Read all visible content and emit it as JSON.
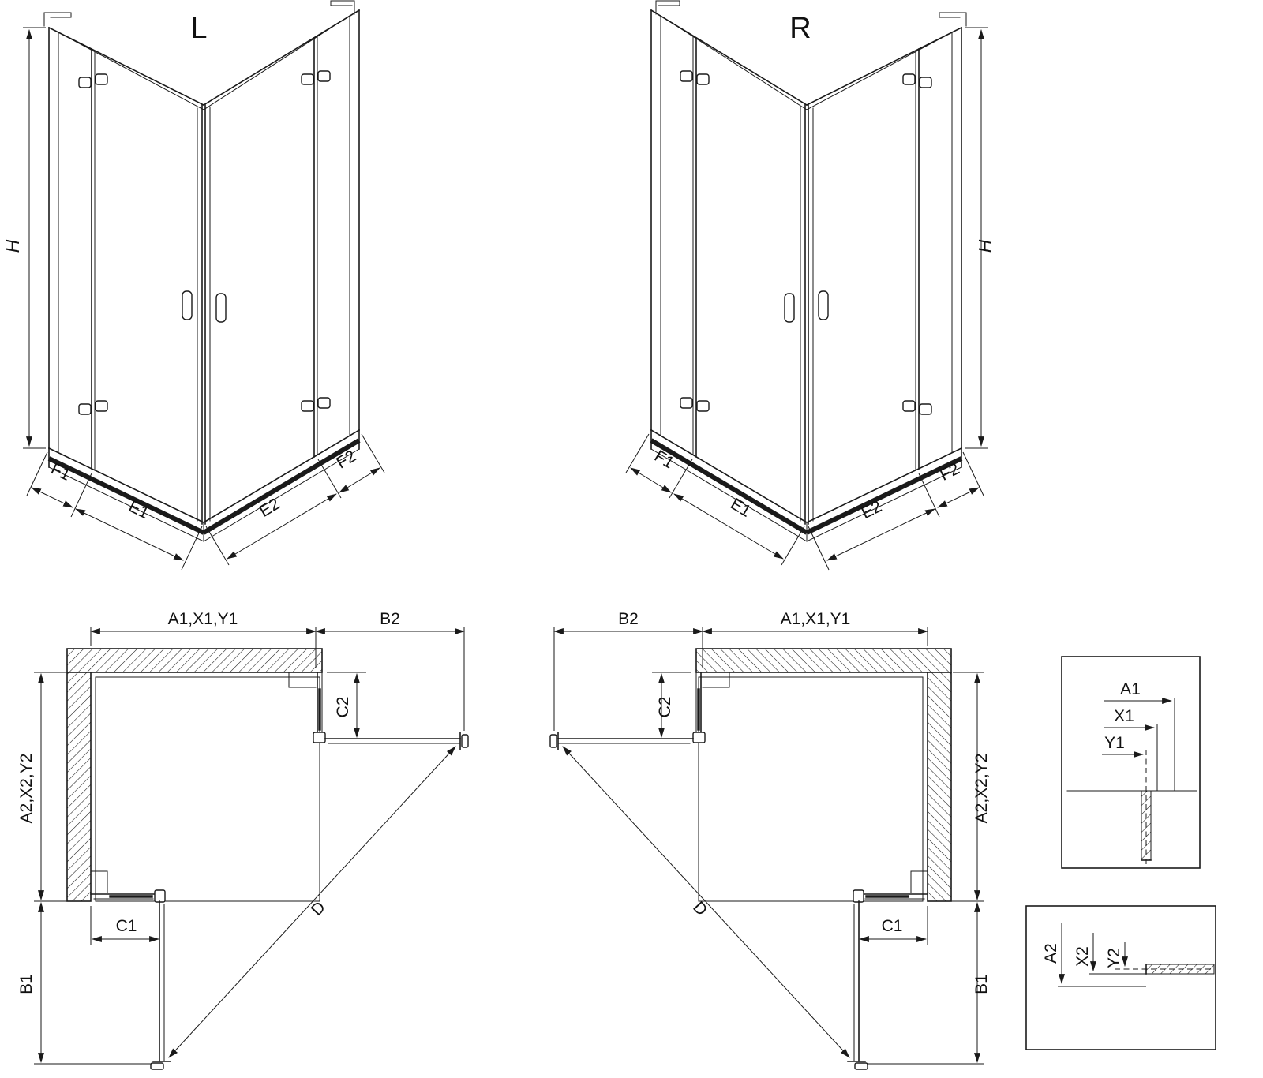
{
  "diagram_title": "corner-shower-enclosure-technical-drawing",
  "colors": {
    "line": "#1a1a1a",
    "background": "#ffffff"
  },
  "perspective_left": {
    "label": "L",
    "h": "H",
    "f1": "F1",
    "e1": "E1",
    "e2": "E2",
    "f2": "F2"
  },
  "perspective_right": {
    "label": "R",
    "h": "H",
    "f1": "F1",
    "e1": "E1",
    "e2": "E2",
    "f2": "F2"
  },
  "plan_left": {
    "top": "A1,X1,Y1",
    "b2": "B2",
    "c2": "C2",
    "a2": "A2,X2,Y2",
    "b1": "B1",
    "c1": "C1",
    "d": "D"
  },
  "plan_right": {
    "top": "A1,X1,Y1",
    "b2": "B2",
    "c2": "C2",
    "a2": "A2,X2,Y2",
    "b1": "B1",
    "c1": "C1",
    "d": "D"
  },
  "detail_top": {
    "a1": "A1",
    "x1": "X1",
    "y1": "Y1"
  },
  "detail_bottom": {
    "a2": "A2",
    "x2": "X2",
    "y2": "Y2"
  }
}
